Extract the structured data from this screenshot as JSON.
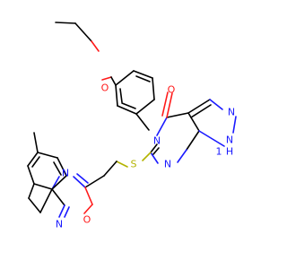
{
  "molecule": {
    "atom_labels": {
      "ether_o": "O",
      "carbonyl_o": "O",
      "n5": "N",
      "n7": "N",
      "n2": "N",
      "nh": "N",
      "nh_h": "H",
      "nh_1": "1",
      "s": "S",
      "oxadiazole_n4": "N",
      "oxadiazole_n2": "N",
      "oxadiazole_o": "O"
    },
    "colors": {
      "carbon": "#000000",
      "nitrogen": "#1a1aff",
      "oxygen": "#ff1a1a",
      "sulfur": "#b3b300"
    }
  }
}
